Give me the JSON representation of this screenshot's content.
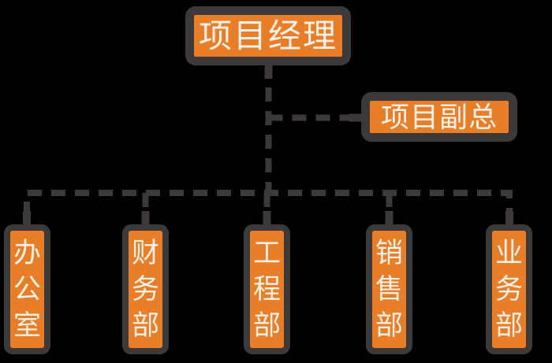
{
  "colors": {
    "background": "#000000",
    "node_fill": "#E87E28",
    "node_border": "#3D3939",
    "connector": "#3D3939",
    "text": "#F6F0E7"
  },
  "org_chart": {
    "type": "organization-chart",
    "root": {
      "label": "项目经理"
    },
    "assistant": {
      "label": "项目副总"
    },
    "departments": [
      {
        "label": "办公室"
      },
      {
        "label": "财务部"
      },
      {
        "label": "工程部"
      },
      {
        "label": "销售部"
      },
      {
        "label": "业务部"
      }
    ]
  }
}
